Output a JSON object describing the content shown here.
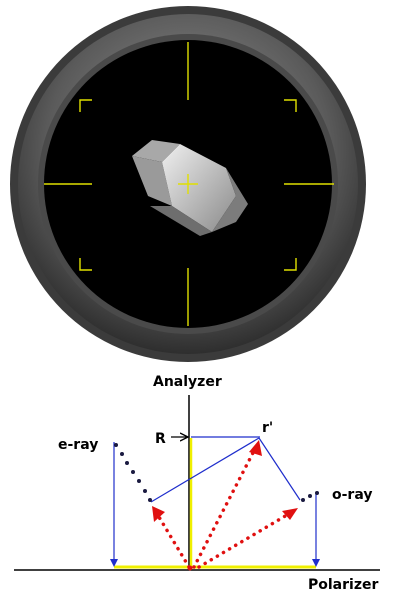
{
  "labels": {
    "analyzer": "Analyzer",
    "polarizer": "Polarizer",
    "e_ray": "e-ray",
    "o_ray": "o-ray",
    "r": "R",
    "r_prime": "r'"
  },
  "colors": {
    "background": "#ffffff",
    "bezel_outer": "#3a3a3a",
    "bezel_ring": "#8a8a8a",
    "field_of_view": "#000000",
    "crosshair": "#e0e000",
    "crystal": "#c8c8c8",
    "axis": "#000000",
    "projection_lines": "#1f2ecc",
    "rays_red": "#e01010",
    "ray_dots_dark": "#1a1a40",
    "retardation_yellow": "#f0f000"
  },
  "icons": {
    "microscope_view": "microscope-field-of-view",
    "crystal": "prismatic-crystal-icon",
    "crosshair": "yellow-crosshair-reticle"
  }
}
